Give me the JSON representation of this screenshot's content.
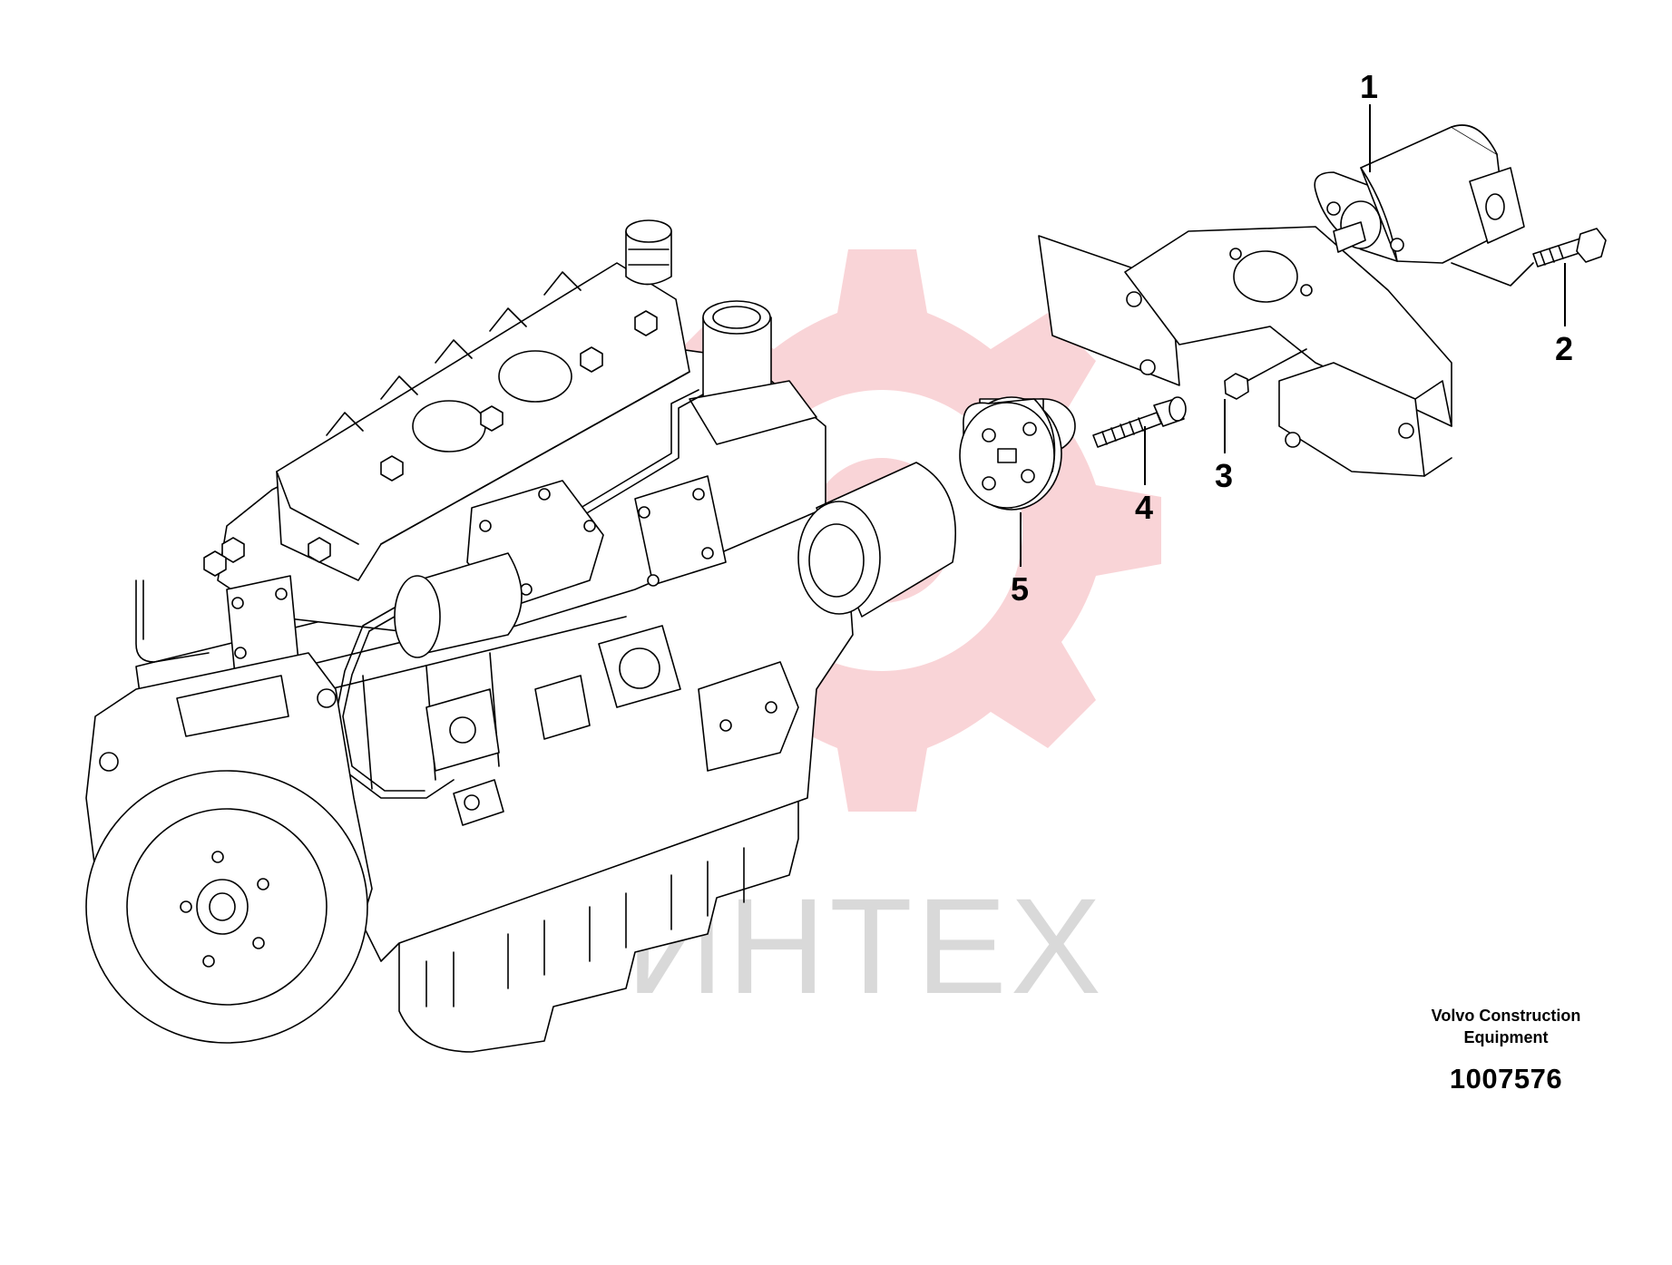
{
  "watermark": {
    "text": "ИНТЕХ",
    "gear_color": "#f7c6c9",
    "text_color": "#d9d9d9"
  },
  "callouts": [
    {
      "id": "1",
      "label": "1"
    },
    {
      "id": "2",
      "label": "2"
    },
    {
      "id": "3",
      "label": "3"
    },
    {
      "id": "4",
      "label": "4"
    },
    {
      "id": "5",
      "label": "5"
    }
  ],
  "brand": {
    "line1": "Volvo Construction",
    "line2": "Equipment",
    "drawing_number": "1007576"
  }
}
